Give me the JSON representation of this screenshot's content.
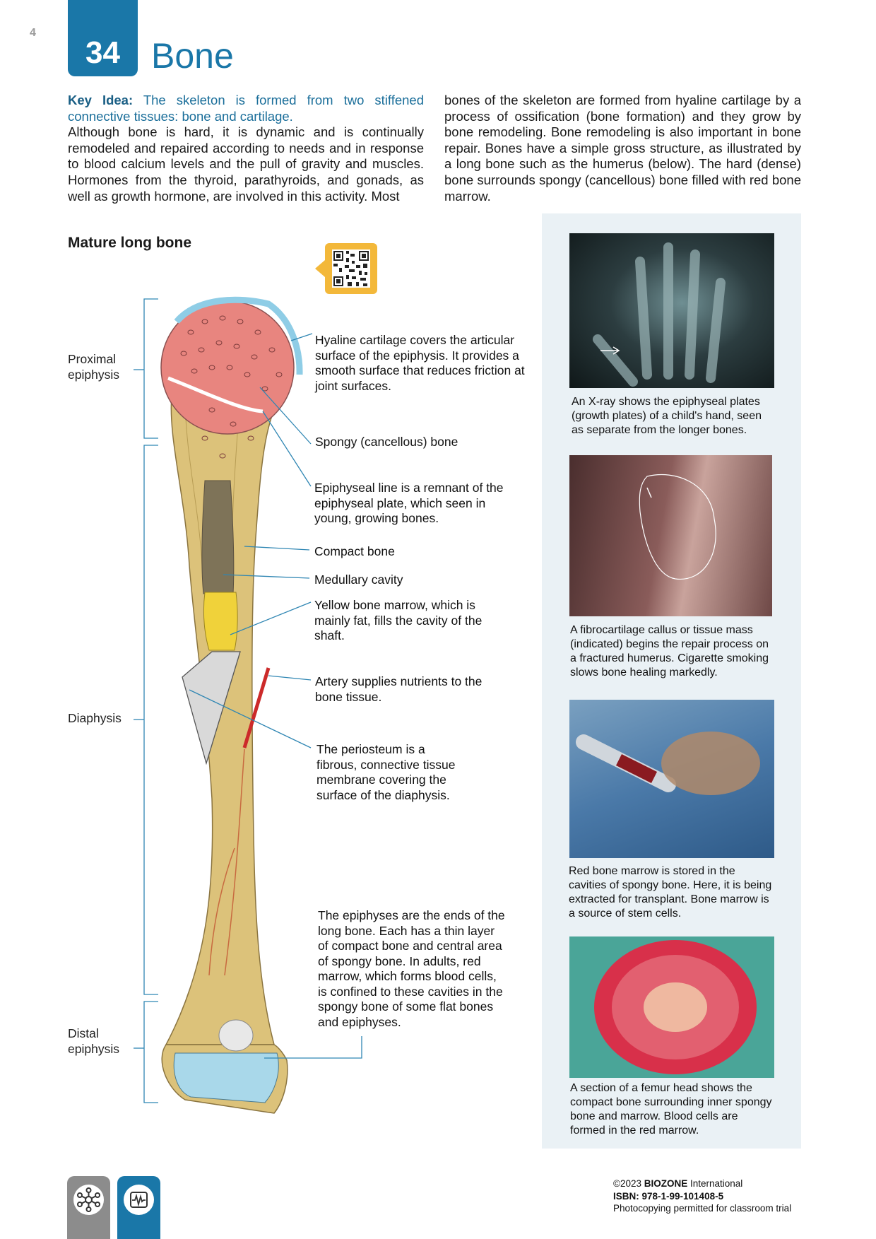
{
  "page_number": "4",
  "chapter": {
    "number": "34",
    "title": "Bone"
  },
  "intro": {
    "key_idea_label": "Key Idea:",
    "key_idea_text": " The skeleton is formed from two stiffened connective tissues: bone and cartilage.",
    "col1": "Although bone is hard, it is dynamic and is continually remodeled and repaired according to needs and in response to blood calcium levels and the pull of gravity and muscles. Hormones from the thyroid, parathyroids, and gonads, as well as growth hormone, are involved in this activity. Most",
    "col2": "bones of the skeleton are formed from hyaline cartilage by a process of ossification (bone formation) and they grow by bone remodeling. Bone remodeling is also important in bone repair. Bones have a simple gross structure, as illustrated by a long bone such as the humerus (below). The hard (dense) bone surrounds spongy (cancellous) bone filled with red bone marrow."
  },
  "diagram": {
    "title": "Mature long bone",
    "regions": {
      "proximal": "Proximal\nepiphysis",
      "diaphysis": "Diaphysis",
      "distal": "Distal\nepiphysis"
    },
    "labels": {
      "hyaline": "Hyaline cartilage covers the articular surface of the epiphysis. It provides a smooth surface that reduces friction at joint surfaces.",
      "spongy": "Spongy (cancellous) bone",
      "epiphyseal": "Epiphyseal line is a remnant of the epiphyseal plate, which seen in young, growing bones.",
      "compact": "Compact bone",
      "medullary": "Medullary cavity",
      "yellow": "Yellow bone marrow, which is mainly fat, fills the cavity of the shaft.",
      "artery": "Artery supplies nutrients to the bone tissue.",
      "periosteum": "The periosteum is a fibrous, connective tissue membrane covering the surface of the diaphysis.",
      "epiphyses": "The epiphyses are the ends of the long bone. Each has a thin layer of compact bone and central area of spongy bone. In adults, red marrow, which forms blood cells, is confined to these cavities in the spongy bone of some flat bones and epiphyses."
    }
  },
  "photos": [
    {
      "caption": "An X-ray shows the epiphyseal plates (growth plates) of a child's hand, seen as separate from the longer bones."
    },
    {
      "caption": "A fibrocartilage callus or tissue mass (indicated) begins the repair process on a fractured humerus. Cigarette smoking slows bone healing markedly."
    },
    {
      "caption": "Red bone marrow is stored in the cavities of spongy bone. Here, it is being extracted for transplant. Bone marrow is a source of stem cells."
    },
    {
      "caption": "A section of a femur head shows the compact bone surrounding inner spongy bone and marrow. Blood cells are formed in the red marrow."
    }
  ],
  "footer": {
    "copyright_prefix": "©2023 ",
    "brand": "BIOZONE",
    "copyright_suffix": " International",
    "isbn": "ISBN: 978-1-99-101408-5",
    "note": "Photocopying permitted for classroom trial"
  },
  "icons": {
    "left": "network-icon",
    "right": "waveform-icon"
  },
  "colors": {
    "accent": "#1a77a8",
    "qr": "#f3b83a",
    "panel": "#eaf1f5"
  }
}
